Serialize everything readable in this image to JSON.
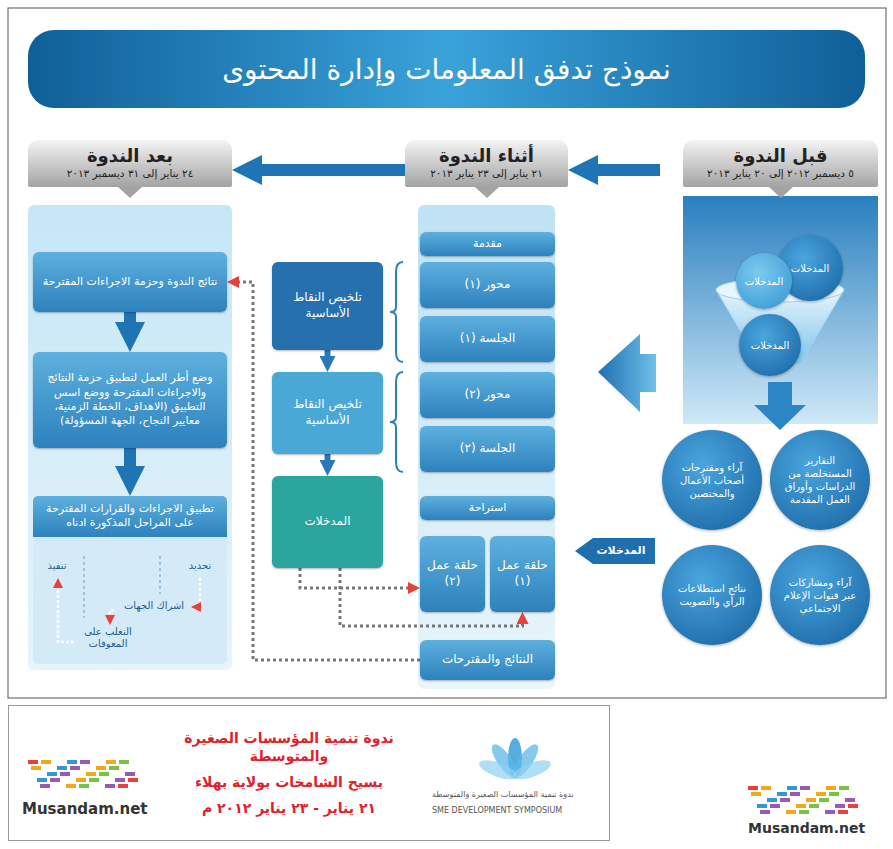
{
  "diagram": {
    "title": "نموذج تدفق المعلومات وإدارة المحتوى",
    "nodes": [
      {
        "text": [
          "قبل الندوة",
          "٥ ديسمبر ٢٠١٢ إلى ٢٠ يناير ٢٠١٣"
        ]
      },
      {
        "text": [
          "المدخلات"
        ],
        "in": 0
      },
      {
        "text": [
          "المدخلات"
        ],
        "in": 0
      },
      {
        "text": [
          "المدخلات"
        ],
        "in": 0
      },
      {
        "text": [
          "التقارير المستخلصة من الدراسات وأوراق العمل المقدمة"
        ],
        "in": 0
      },
      {
        "text": [
          "آراء ومقترحات أصحاب الأعمال والمختصين"
        ],
        "in": 0
      },
      {
        "text": [
          "آراء ومشاركات عبر قنوات الإعلام الاجتماعي"
        ],
        "in": 0
      },
      {
        "text": [
          "نتائج استطلاعات الرأي والتصويت"
        ],
        "in": 0
      },
      {
        "text": [
          "أثناء الندوة",
          "٢١ يناير إلى ٢٣ يناير ٢٠١٣"
        ]
      },
      {
        "text": [
          "مقدمة"
        ],
        "in": 8
      },
      {
        "text": [
          "محور (١)"
        ],
        "in": 8
      },
      {
        "text": [
          "الجلسة (١)"
        ],
        "in": 8
      },
      {
        "text": [
          "محور (٢)"
        ],
        "in": 8
      },
      {
        "text": [
          "الجلسة (٢)"
        ],
        "in": 8
      },
      {
        "text": [
          "استراحة"
        ],
        "in": 8
      },
      {
        "text": [
          "حلقة عمل (١)"
        ],
        "in": 8
      },
      {
        "text": [
          "حلقة عمل (٢)"
        ],
        "in": 8
      },
      {
        "text": [
          "النتائج والمقترحات"
        ],
        "in": 8
      },
      {
        "text": [
          "تلخيص النقاط الأساسية"
        ]
      },
      {
        "text": [
          "تلخيص النقاط الأساسية"
        ]
      },
      {
        "text": [
          "المدخلات"
        ]
      },
      {
        "text": [
          "بعد الندوة",
          "٢٤ يناير إلى ٣١ ديسمبر ٢٠١٣"
        ]
      },
      {
        "text": [
          "نتائج الندوة وحزمة الاجراءات المقترحة"
        ],
        "in": 21
      },
      {
        "text": [
          "وضع أطر العمل لتطبيق حزمة النتائج والاجراءات المقترحة ووضع اسس التطبيق (الاهداف، الخطة الزمنية، معايير النجاح، الجهة المسؤولة)"
        ],
        "in": 21
      },
      {
        "text": [
          "تطبيق الاجراءات والقرارات المقترحة على المراحل المذكورة ادناه"
        ],
        "in": 21
      },
      {
        "text": [
          "المدخلات"
        ]
      },
      {
        "text": [
          "ندوة تنمية المؤسسات الصغيرة والمتوسطة",
          "بسيح الشامخات بولاية بهلاء",
          "٢١ يناير - ٢٣ يناير ٢٠١٢ م"
        ]
      }
    ],
    "edges": [
      {
        "from": 0,
        "to": 8,
        "arrow": "to"
      },
      {
        "from": 8,
        "to": 21,
        "arrow": "to"
      },
      {
        "from": 18,
        "to": 19,
        "arrow": "to"
      },
      {
        "from": 19,
        "to": 20,
        "arrow": "to"
      },
      {
        "from": 20,
        "to": 16,
        "arrow": "to"
      },
      {
        "from": 20,
        "to": 15,
        "arrow": "to"
      },
      {
        "from": 17,
        "to": 22,
        "arrow": "to"
      },
      {
        "from": 22,
        "to": 23,
        "arrow": "to"
      },
      {
        "from": 23,
        "to": 24,
        "arrow": "to"
      }
    ],
    "labels": [
      "تحديد",
      "تنفيذ",
      "اشراك الجهات",
      "التغلب على المعوقات",
      "ندوة تنمية المؤسسات الصغيرة والمتوسطة",
      "SME DEVELOPMENT SYMPOSIUM",
      "Musandam.net",
      "Musandam.net"
    ]
  }
}
